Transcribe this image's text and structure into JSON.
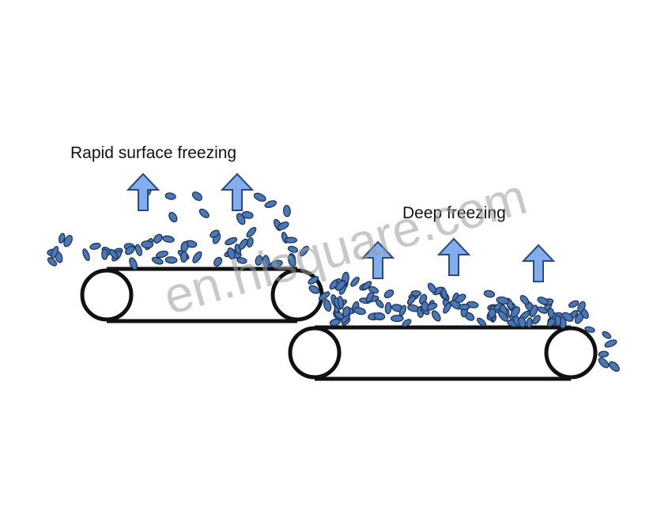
{
  "labels": {
    "rapid_surface": "Rapid surface freezing",
    "deep": "Deep freezing"
  },
  "watermark": "en.hisquare.com",
  "colors": {
    "particle_fill": "#4a77b5",
    "particle_stroke": "#1f3557",
    "arrow_fill": "#82aef0",
    "arrow_stroke": "#2a4a7a",
    "belt_stroke": "#111111",
    "text": "#111111"
  },
  "icons": {
    "arrow": "up-arrow-icon",
    "conveyor": "conveyor-belt-icon",
    "particle": "food-particle-icon"
  }
}
